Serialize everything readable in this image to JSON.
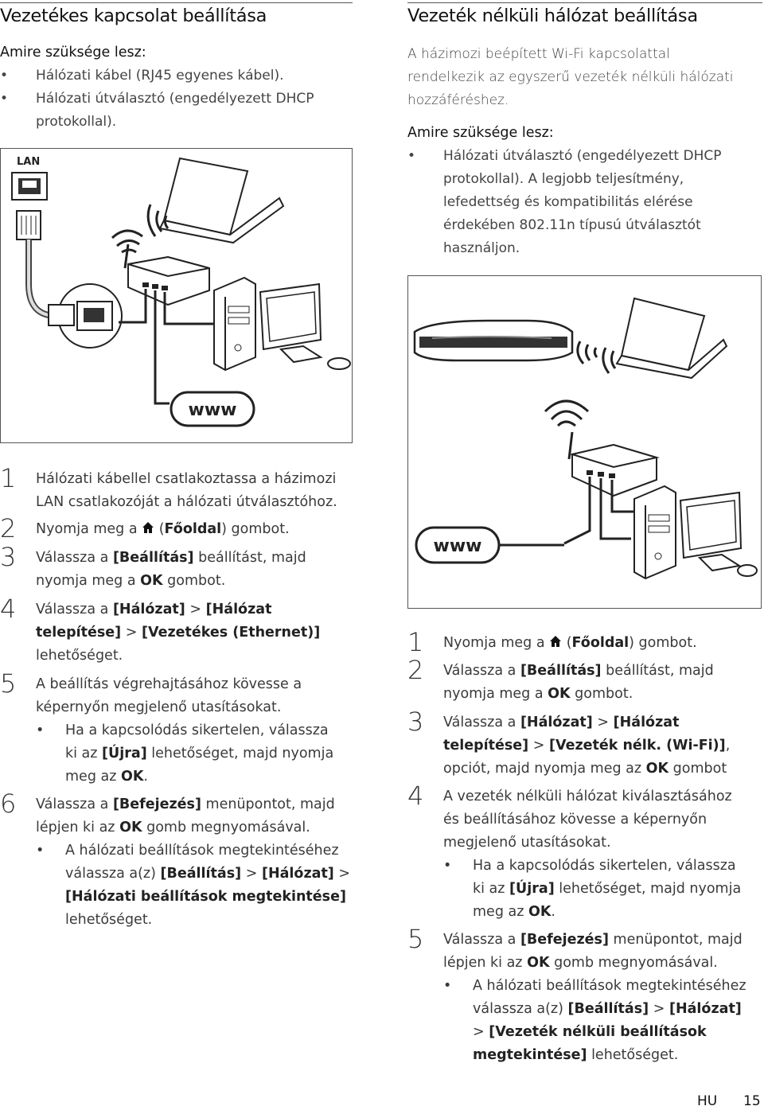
{
  "left": {
    "title": "Vezetékes kapcsolat beállítása",
    "needs_heading": "Amire szüksége lesz:",
    "needs": [
      [
        "Hálózati kábel (RJ45 egyenes kábel)."
      ],
      [
        "Hálózati útválasztó (engedélyezett DHCP",
        "protokollal)."
      ]
    ],
    "diagram": {
      "lan_label": "LAN",
      "www_label": "www"
    },
    "steps": {
      "s1": {
        "num": "1",
        "l1": "Hálózati kábellel csatlakoztassa a házimozi",
        "l2": "LAN csatlakozóját a hálózati útválasztóhoz."
      },
      "s2": {
        "num": "2",
        "a": "Nyomja meg a",
        "icon": "home-icon",
        "b": "(",
        "c": "Főoldal",
        "d": ") gombot."
      },
      "s3": {
        "num": "3",
        "a": "Válassza a",
        "b": "[Beállítás]",
        "c": "beállítást, majd",
        "d": "nyomja meg a",
        "e": "OK",
        "f": "gombot."
      },
      "s4": {
        "num": "4",
        "a": "Válassza a",
        "b": "[Hálózat]",
        "c": ">",
        "d": "[Hálózat",
        "e": "telepítése]",
        "f": ">",
        "g": "[Vezetékes (Ethernet)]",
        "h": "lehetőséget."
      },
      "s5": {
        "num": "5",
        "l1": "A beállítás végrehajtásához kövesse a",
        "l2": "képernyőn megjelenő utasításokat.",
        "bullet": {
          "a": "Ha a kapcsolódás sikertelen, válassza",
          "b": "ki az",
          "c": "[Újra]",
          "d": "lehetőséget, majd nyomja",
          "e": "meg az",
          "f": "OK",
          "g": "."
        }
      },
      "s6": {
        "num": "6",
        "a": "Válassza a",
        "b": "[Befejezés]",
        "c": "menüpontot, majd",
        "d": "lépjen ki az",
        "e": "OK",
        "f": "gomb megnyomásával.",
        "bullet": {
          "a": "A hálózati beállítások megtekintéséhez",
          "b": "válassza a(z)",
          "c": "[Beállítás]",
          "d": ">",
          "e": "[Hálózat]",
          "f": ">",
          "g": "[Hálózati beállítások megtekintése]",
          "h": "lehetőséget."
        }
      }
    }
  },
  "right": {
    "title": "Vezeték nélküli hálózat beállítása",
    "intro": [
      "A házimozi beépített Wi-Fi kapcsolattal",
      "rendelkezik az egyszerű vezeték nélküli hálózati",
      "hozzáféréshez."
    ],
    "needs_heading": "Amire szüksége lesz:",
    "needs": [
      [
        "Hálózati útválasztó (engedélyezett DHCP",
        "protokollal). A legjobb teljesítmény,",
        "lefedettség és kompatibilitás elérése",
        "érdekében 802.11n típusú útválasztót",
        "használjon."
      ]
    ],
    "diagram": {
      "www_label": "www"
    },
    "steps": {
      "s1": {
        "num": "1",
        "a": "Nyomja meg a",
        "icon": "home-icon",
        "b": "(",
        "c": "Főoldal",
        "d": ") gombot."
      },
      "s2": {
        "num": "2",
        "a": "Válassza a",
        "b": "[Beállítás]",
        "c": "beállítást, majd",
        "d": "nyomja meg a",
        "e": "OK",
        "f": "gombot."
      },
      "s3": {
        "num": "3",
        "a": "Válassza a",
        "b": "[Hálózat]",
        "c": ">",
        "d": "[Hálózat",
        "e": "telepítése]",
        "f": ">",
        "g": "[Vezeték nélk. (Wi-Fi)]",
        "h": ",",
        "i": "opciót, majd nyomja meg az",
        "j": "OK",
        "k": "gombot"
      },
      "s4": {
        "num": "4",
        "l1": "A vezeték nélküli hálózat kiválasztásához",
        "l2": "és beállításához kövesse a képernyőn",
        "l3": "megjelenő utasításokat.",
        "bullet": {
          "a": "Ha a kapcsolódás sikertelen, válassza",
          "b": "ki az",
          "c": "[Újra]",
          "d": "lehetőséget, majd nyomja",
          "e": "meg az",
          "f": "OK",
          "g": "."
        }
      },
      "s5": {
        "num": "5",
        "a": "Válassza a",
        "b": "[Befejezés]",
        "c": "menüpontot, majd",
        "d": "lépjen ki az",
        "e": "OK",
        "f": "gomb megnyomásával.",
        "bullet": {
          "a": "A hálózati beállítások megtekintéséhez",
          "b": "válassza a(z)",
          "c": "[Beállítás]",
          "d": ">",
          "e": "[Hálózat]",
          "f": ">",
          "g": "[Vezeték nélküli beállítások",
          "h": "megtekintése]",
          "i": "lehetőséget."
        }
      }
    }
  },
  "footer": {
    "lang": "HU",
    "page": "15"
  }
}
